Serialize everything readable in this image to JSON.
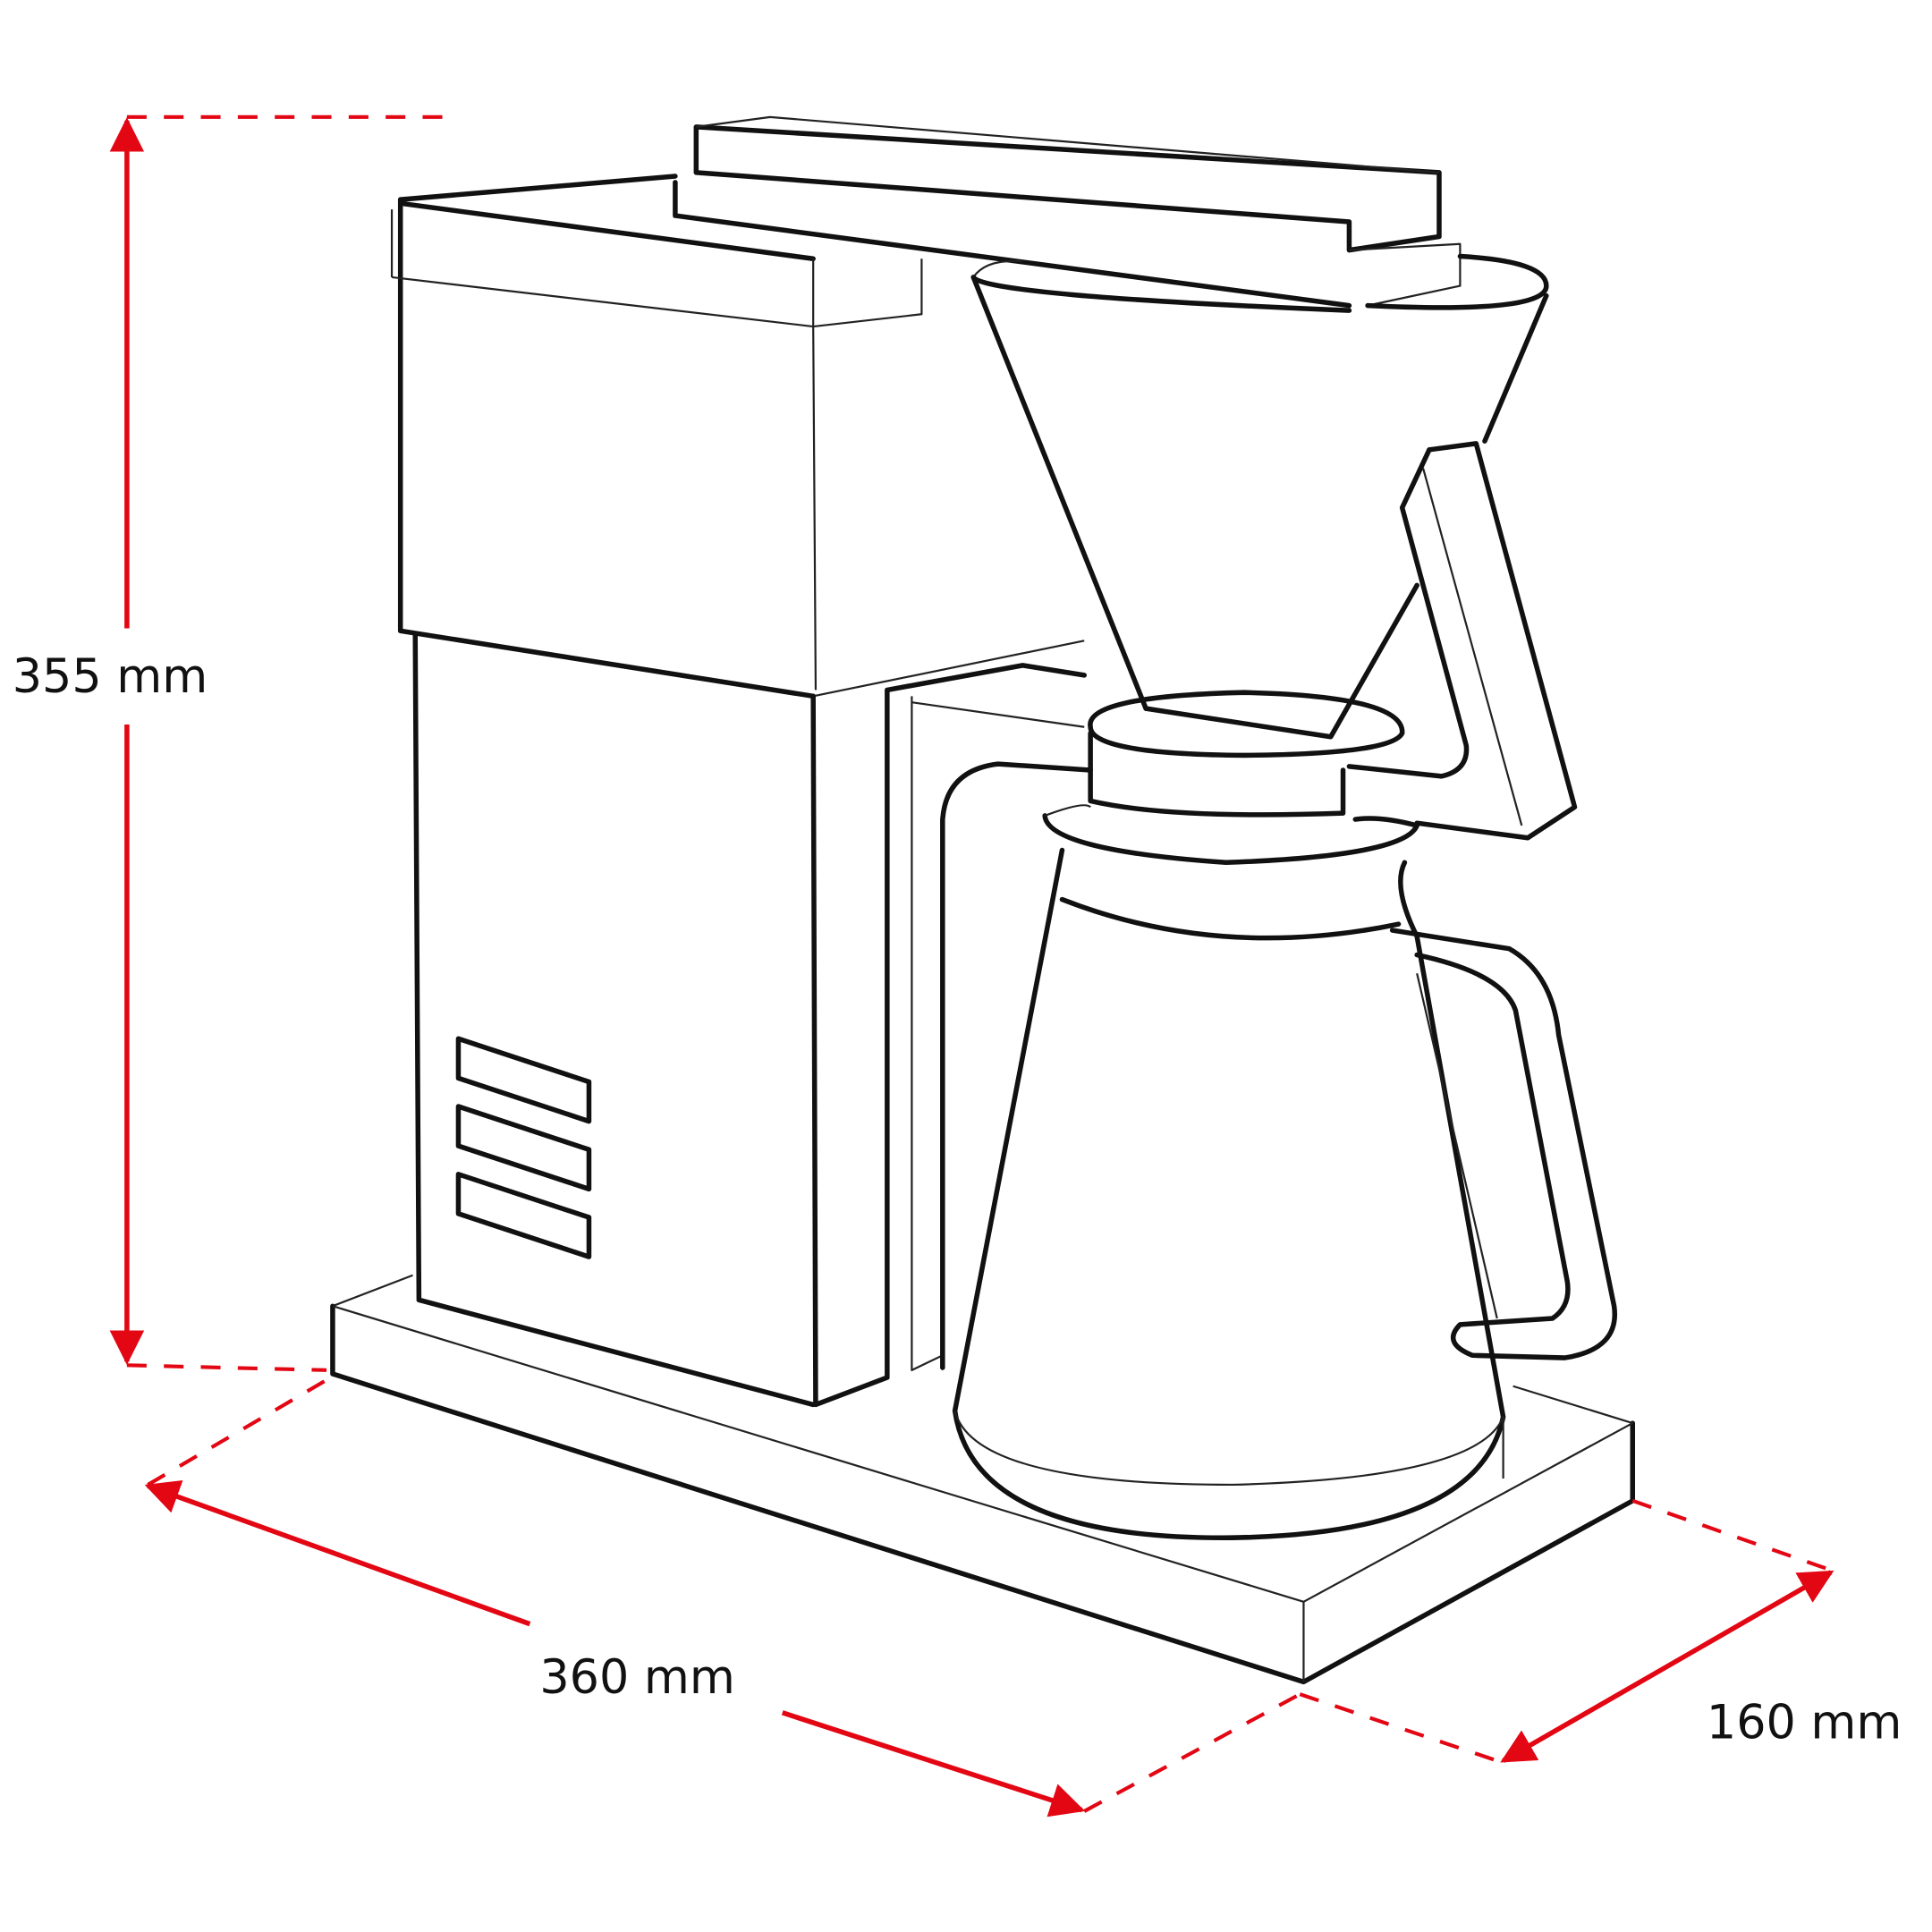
{
  "dimensions": {
    "height": "355 mm",
    "width": "360 mm",
    "depth": "160 mm"
  },
  "colors": {
    "dimension_line": "#e30613",
    "outline": "#111111"
  }
}
